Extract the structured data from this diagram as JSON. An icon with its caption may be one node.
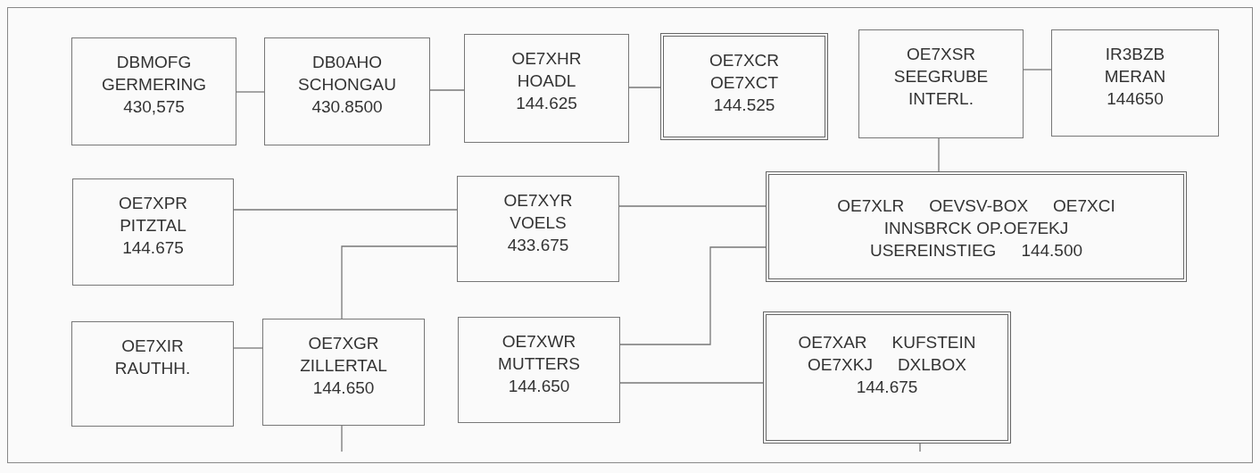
{
  "diagram": {
    "nodes": [
      {
        "text": [
          "DBMOFG",
          "GERMERING",
          "430,575"
        ]
      },
      {
        "text": [
          "DB0AHO",
          "SCHONGAU",
          "430.8500"
        ]
      },
      {
        "text": [
          "OE7XHR",
          "HOADL",
          "144.625"
        ]
      },
      {
        "text": [
          "OE7XCR",
          "OE7XCT",
          "144.525"
        ]
      },
      {
        "text": [
          "OE7XSR",
          "SEEGRUBE",
          "INTERL."
        ]
      },
      {
        "text": [
          "IR3BZB",
          "MERAN",
          "144650"
        ]
      },
      {
        "text": [
          "OE7XPR",
          "PITZTAL",
          "144.675"
        ]
      },
      {
        "text": [
          "OE7XYR",
          "VOELS",
          "433.675"
        ]
      },
      {
        "text": [
          "OE7XLR",
          "OEVSV-BOX",
          "OE7XCI",
          "INNSBRCK OP.OE7EKJ",
          "USEREINSTIEG",
          "144.500"
        ]
      },
      {
        "text": [
          "OE7XIR",
          "RAUTHH."
        ]
      },
      {
        "text": [
          "OE7XGR",
          "ZILLERTAL",
          "144.650"
        ]
      },
      {
        "text": [
          "OE7XWR",
          "MUTTERS",
          "144.650"
        ]
      },
      {
        "text": [
          "OE7XAR",
          "KUFSTEIN",
          "OE7XKJ",
          "DXLBOX",
          "144.675"
        ]
      }
    ],
    "edges": [
      {
        "from": 0,
        "to": 1,
        "arrow": "none"
      },
      {
        "from": 1,
        "to": 2,
        "arrow": "none"
      },
      {
        "from": 2,
        "to": 3,
        "arrow": "none"
      },
      {
        "from": 4,
        "to": 5,
        "arrow": "none"
      },
      {
        "from": 4,
        "to": 8,
        "arrow": "none"
      },
      {
        "from": 6,
        "to": 7,
        "arrow": "none"
      },
      {
        "from": 7,
        "to": 8,
        "arrow": "none"
      },
      {
        "from": 10,
        "to": 7,
        "arrow": "none"
      },
      {
        "from": 9,
        "to": 10,
        "arrow": "none"
      },
      {
        "from": 11,
        "to": 8,
        "arrow": "none"
      },
      {
        "from": 11,
        "to": 12,
        "arrow": "none"
      },
      {
        "from": 10,
        "to": null,
        "arrow": "none"
      },
      {
        "from": 12,
        "to": null,
        "arrow": "none"
      }
    ]
  }
}
